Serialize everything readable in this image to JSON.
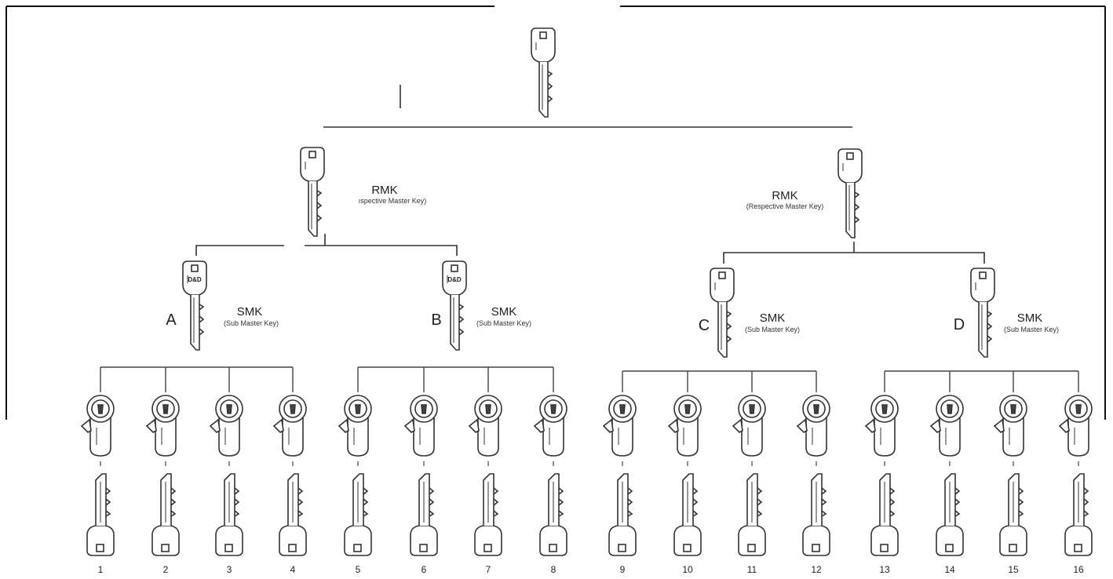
{
  "colors": {
    "line": "#333333",
    "key_fill": "#ffffff",
    "key_stroke": "#333333",
    "text": "#222222"
  },
  "icons": {
    "top_key": "grand-master-key-icon",
    "rmk_key": "master-key-icon",
    "smk_key": "sub-master-key-icon",
    "cylinder": "lock-cylinder-icon",
    "user_key": "user-key-icon"
  },
  "rmk": {
    "left": {
      "title": "RMK",
      "subtitle": "ıspective Master Key)"
    },
    "right": {
      "title": "RMK",
      "subtitle": "(Respective Master Key)"
    }
  },
  "smk": [
    {
      "letter": "A",
      "title": "SMK",
      "subtitle": "(Sub Master Key)",
      "brand": "D&D"
    },
    {
      "letter": "B",
      "title": "SMK",
      "subtitle": "(Sub Master Key)",
      "brand": "D&D"
    },
    {
      "letter": "C",
      "title": "SMK",
      "subtitle": "(Sub Master Key)",
      "brand": ""
    },
    {
      "letter": "D",
      "title": "SMK",
      "subtitle": "(Sub Master Key)",
      "brand": ""
    }
  ],
  "numbers": [
    "1",
    "2",
    "3",
    "4",
    "5",
    "6",
    "7",
    "8",
    "9",
    "10",
    "11",
    "12",
    "13",
    "14",
    "15",
    "16"
  ]
}
